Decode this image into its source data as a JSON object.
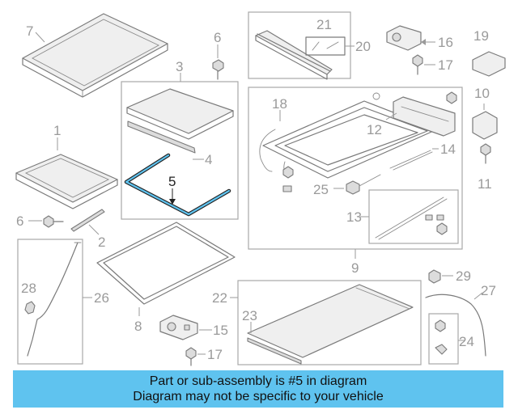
{
  "callouts": {
    "n1": "1",
    "n2": "2",
    "n3": "3",
    "n4": "4",
    "n5": "5",
    "n6a": "6",
    "n6b": "6",
    "n7": "7",
    "n8": "8",
    "n9": "9",
    "n10": "10",
    "n11": "11",
    "n12": "12",
    "n13": "13",
    "n14": "14",
    "n15": "15",
    "n16": "16",
    "n17a": "17",
    "n17b": "17",
    "n18": "18",
    "n19": "19",
    "n20": "20",
    "n21": "21",
    "n22": "22",
    "n23": "23",
    "n24": "24",
    "n25": "25",
    "n26": "26",
    "n27": "27",
    "n28": "28",
    "n29": "29"
  },
  "highlight": {
    "part": "5",
    "color": "#5fc3ef"
  },
  "banner": {
    "line1": "Part or sub-assembly is #5 in diagram",
    "line2": "Diagram may not be specific to your vehicle",
    "background": "#5fc3ef"
  }
}
